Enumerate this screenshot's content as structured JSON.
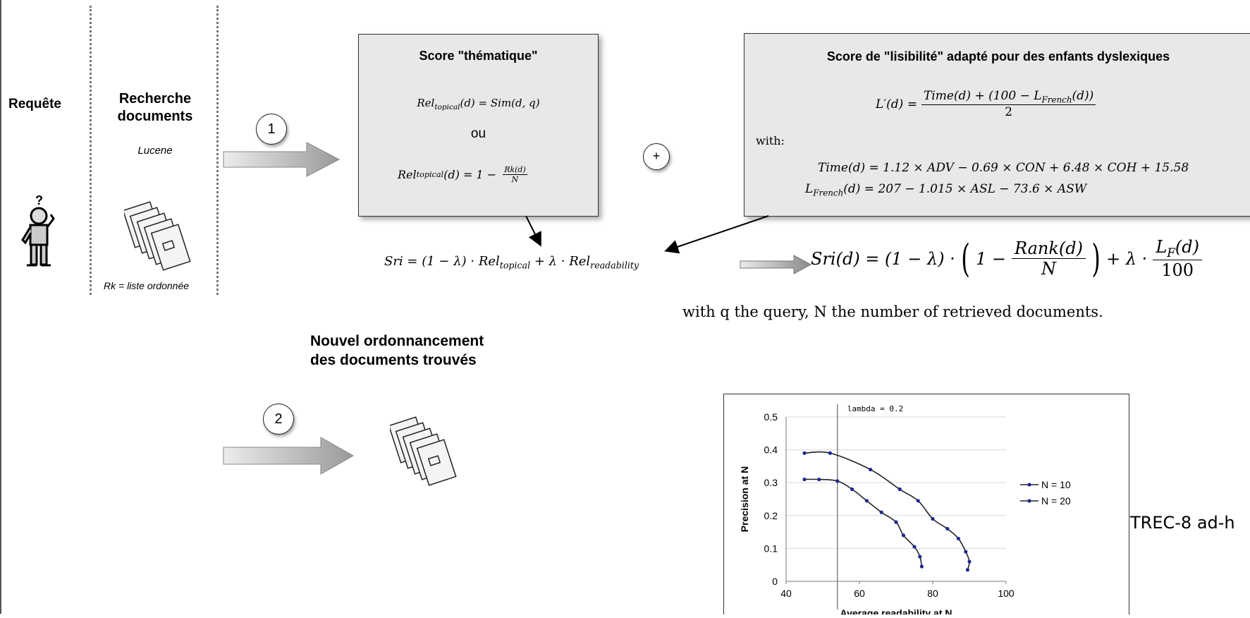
{
  "left": {
    "requete": "Requête",
    "recherche_line1": "Recherche",
    "recherche_line2": "documents",
    "lucene": "Lucene",
    "rk_label": "Rk = liste ordonnée",
    "question_mark": "?"
  },
  "steps": {
    "one": "1",
    "two": "2",
    "plus": "+"
  },
  "topical_box": {
    "title": "Score \"thématique\"",
    "formula1": "Rel_topical(d) = Sim(d, q)",
    "ou": "ou",
    "formula2_lhs": "Rel",
    "formula2_sub": "topical",
    "formula2_rhs": "(d) = 1 − ",
    "formula2_num": "Rk(d)",
    "formula2_den": "N"
  },
  "readability_box": {
    "title": "Score de \"lisibilité\" adapté pour des enfants dyslexiques",
    "lprime_lhs": "L′(d) =",
    "lprime_num": "Time(d) + (100 − L",
    "lprime_num_sub": "French",
    "lprime_num_end": "(d))",
    "lprime_den": "2",
    "with": "with:",
    "time_formula": "Time(d) = 1.12 × ADV − 0.69 × CON + 6.48 × COH + 15.58",
    "lfrench_lhs": "L",
    "lfrench_sub": "French",
    "lfrench_rhs": "(d) = 207 − 1.015 × ASL − 73.6 × ASW"
  },
  "sri": {
    "formula_a": "Sri = (1 − λ) · Rel",
    "sub_topical": "topical",
    "formula_b": " + λ · Rel",
    "sub_readability": "readability",
    "final_lhs": "Sri(d) = (1 − λ) ·",
    "final_one": "1 −",
    "final_num": "Rank(d)",
    "final_den": "N",
    "final_mid": "+ λ ·",
    "final_lnum": "L",
    "final_lnum_sub": "F",
    "final_lnum_end": "(d)",
    "final_lden": "100",
    "with_line": "with q the query, N the number of retrieved documents."
  },
  "nouvel_line1": "Nouvel ordonnancement",
  "nouvel_line2": "des documents trouvés",
  "trec_label": "TREC-8 ad-h",
  "chart_data": {
    "type": "line",
    "title": "",
    "xlabel": "Average readability at N",
    "ylabel": "Precision at N",
    "xlim": [
      40,
      100
    ],
    "ylim": [
      0,
      0.5
    ],
    "xticks": [
      "40",
      "60",
      "80",
      "100"
    ],
    "yticks": [
      "0",
      "0.1",
      "0.2",
      "0.3",
      "0.4",
      "0.5"
    ],
    "grid": true,
    "legend": "right",
    "annotation": "lambda = 0.2",
    "vline_x": 54,
    "series": [
      {
        "name": "N = 10",
        "color": "#1a2a8c",
        "x": [
          45,
          52,
          63,
          71,
          76,
          80,
          84,
          87,
          89,
          90,
          89.5
        ],
        "y": [
          0.39,
          0.39,
          0.34,
          0.28,
          0.245,
          0.19,
          0.16,
          0.13,
          0.09,
          0.06,
          0.035
        ]
      },
      {
        "name": "N = 20",
        "color": "#1a2a8c",
        "x": [
          45,
          49,
          54,
          58,
          62,
          66,
          70,
          72,
          75,
          76.5,
          77
        ],
        "y": [
          0.31,
          0.31,
          0.305,
          0.28,
          0.245,
          0.21,
          0.18,
          0.14,
          0.105,
          0.075,
          0.045
        ]
      }
    ]
  }
}
